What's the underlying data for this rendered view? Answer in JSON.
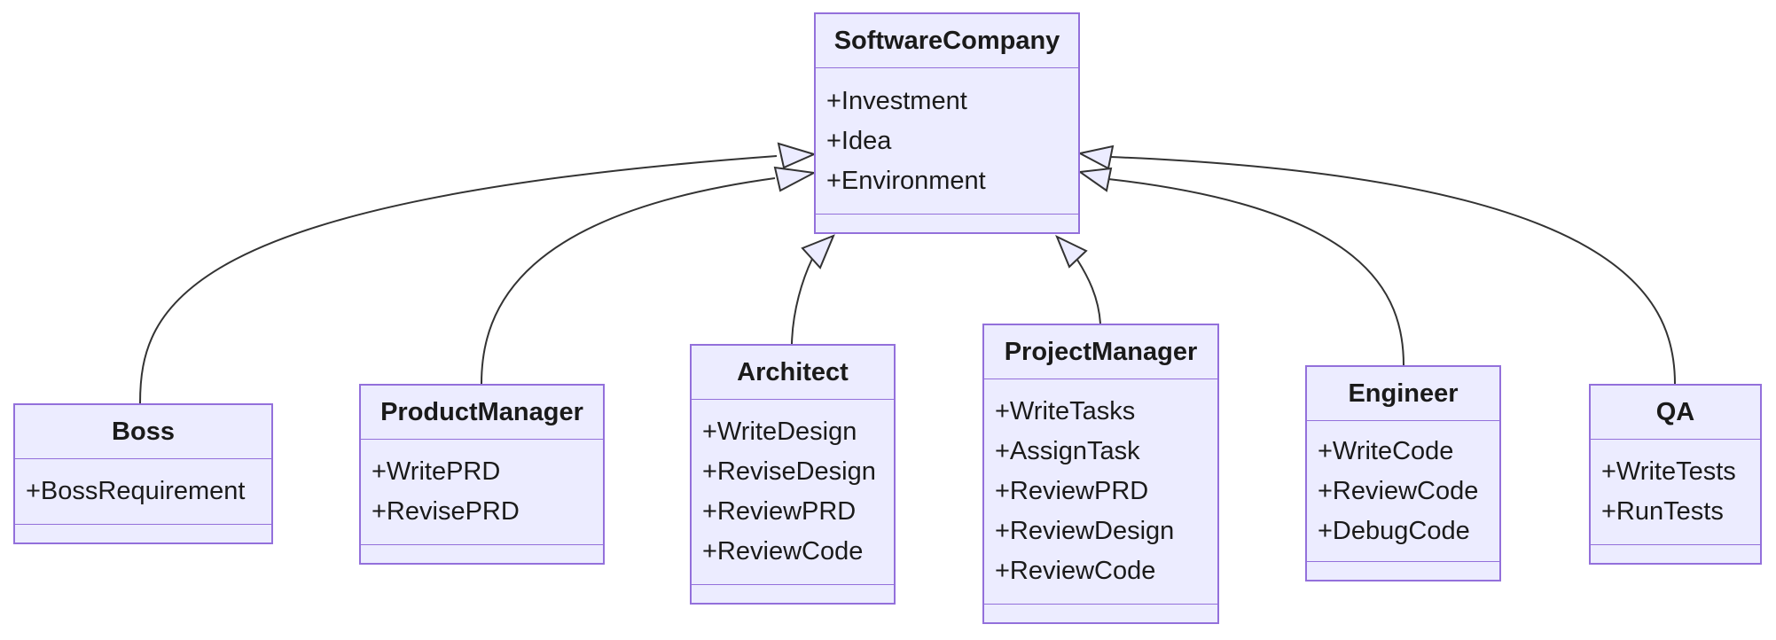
{
  "diagram": {
    "type": "uml-class-diagram",
    "classes": [
      {
        "name": "SoftwareCompany",
        "attributes": [
          "+Investment",
          "+Idea",
          "+Environment"
        ],
        "methods": []
      },
      {
        "name": "Boss",
        "attributes": [
          "+BossRequirement"
        ],
        "methods": []
      },
      {
        "name": "ProductManager",
        "attributes": [
          "+WritePRD",
          "+RevisePRD"
        ],
        "methods": []
      },
      {
        "name": "Architect",
        "attributes": [
          "+WriteDesign",
          "+ReviseDesign",
          "+ReviewPRD",
          "+ReviewCode"
        ],
        "methods": []
      },
      {
        "name": "ProjectManager",
        "attributes": [
          "+WriteTasks",
          "+AssignTask",
          "+ReviewPRD",
          "+ReviewDesign",
          "+ReviewCode"
        ],
        "methods": []
      },
      {
        "name": "Engineer",
        "attributes": [
          "+WriteCode",
          "+ReviewCode",
          "+DebugCode"
        ],
        "methods": []
      },
      {
        "name": "QA",
        "attributes": [
          "+WriteTests",
          "+RunTests"
        ],
        "methods": []
      }
    ],
    "relationships": [
      {
        "from": "Boss",
        "to": "SoftwareCompany",
        "type": "inheritance"
      },
      {
        "from": "ProductManager",
        "to": "SoftwareCompany",
        "type": "inheritance"
      },
      {
        "from": "Architect",
        "to": "SoftwareCompany",
        "type": "inheritance"
      },
      {
        "from": "ProjectManager",
        "to": "SoftwareCompany",
        "type": "inheritance"
      },
      {
        "from": "Engineer",
        "to": "SoftwareCompany",
        "type": "inheritance"
      },
      {
        "from": "QA",
        "to": "SoftwareCompany",
        "type": "inheritance"
      }
    ],
    "colors": {
      "node_fill": "#ECECFF",
      "node_border": "#9370DB",
      "edge_stroke": "#333333",
      "text": "#1a1a1a",
      "background": "#ffffff"
    }
  }
}
